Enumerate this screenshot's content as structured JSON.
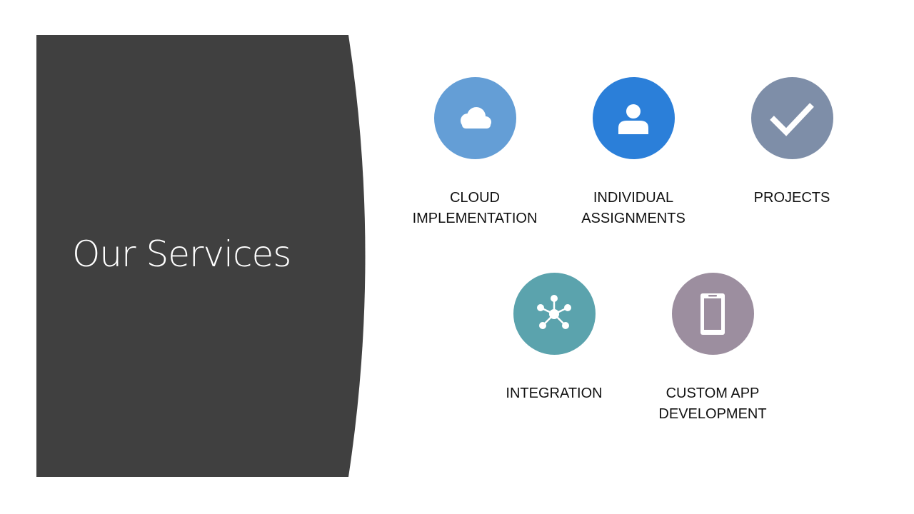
{
  "slide": {
    "title": "Our Services",
    "panel_color": "#404040",
    "background_color": "#ffffff"
  },
  "services": [
    {
      "label": "CLOUD\nIMPLEMENTATION",
      "icon": "cloud-icon",
      "color": "#649ed6"
    },
    {
      "label": "INDIVIDUAL\nASSIGNMENTS",
      "icon": "user-icon",
      "color": "#2b7fd9"
    },
    {
      "label": "PROJECTS",
      "icon": "checkmark-icon",
      "color": "#7e8ea8"
    },
    {
      "label": "INTEGRATION",
      "icon": "network-hub-icon",
      "color": "#5ba3ad"
    },
    {
      "label": "CUSTOM APP\nDEVELOPMENT",
      "icon": "mobile-phone-icon",
      "color": "#9c8e9f"
    }
  ]
}
